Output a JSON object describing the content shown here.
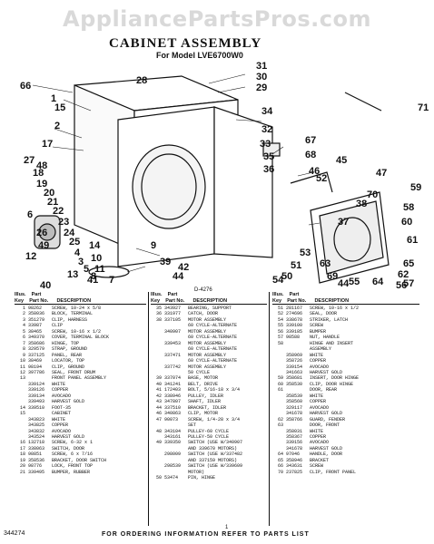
{
  "watermark": "AppliancePartsPros.com",
  "title": "CABINET ASSEMBLY",
  "subtitle": "For Model LVE6700W0",
  "diagram_code": "D-4276",
  "callouts": [
    "28",
    "31",
    "30",
    "29",
    "66",
    "34",
    "1",
    "15",
    "2",
    "17",
    "27",
    "48",
    "32",
    "33",
    "35",
    "36",
    "18",
    "19",
    "20",
    "21",
    "22",
    "23",
    "24",
    "25",
    "4",
    "3",
    "5",
    "8",
    "7",
    "6",
    "26",
    "49",
    "12",
    "14",
    "10",
    "11",
    "13",
    "41",
    "40",
    "42",
    "9",
    "39",
    "44",
    "71",
    "37",
    "38",
    "70",
    "67",
    "68",
    "46",
    "45",
    "47",
    "59",
    "58",
    "60",
    "61",
    "65",
    "62",
    "57",
    "56",
    "64",
    "63",
    "69",
    "44",
    "55",
    "52",
    "53",
    "51",
    "50",
    "54"
  ],
  "table": {
    "headers": {
      "illus": "Illus.",
      "key": "Key",
      "part": "Part No.",
      "description": "DESCRIPTION"
    },
    "col1": [
      [
        "1",
        "98262",
        "SCREW, 10-24 x 5/8"
      ],
      [
        "2",
        "358036",
        "BLOCK, TERMINAL"
      ],
      [
        "3",
        "351279",
        "CLIP, HARNESS"
      ],
      [
        "4",
        "33987",
        "CLIP"
      ],
      [
        "5",
        "38465",
        "SCREW, 10-16 x 1/2"
      ],
      [
        "6",
        "349370",
        "COVER, TERMINAL BLOCK"
      ],
      [
        "7",
        "358686",
        "HINGE, TOP"
      ],
      [
        "8",
        "329579",
        "STRAP, GROUND"
      ],
      [
        "9",
        "337125",
        "PANEL, REAR"
      ],
      [
        "10",
        "38469",
        "LOCATOR, TOP"
      ],
      [
        "11",
        "98194",
        "CLIP, GROUND"
      ],
      [
        "12",
        "397786",
        "SEAL, FRONT DRUM"
      ],
      [
        "13",
        "",
        "FRONT PANEL ASSEMBLY"
      ],
      [
        "",
        "339124",
        "WHITE"
      ],
      [
        "",
        "339126",
        "COPPER"
      ],
      [
        "",
        "339134",
        "AVOCADO"
      ],
      [
        "",
        "339493",
        "HARVEST GOLD"
      ],
      [
        "14",
        "339510",
        "FOOT-35"
      ],
      [
        "15",
        "",
        "CABINET"
      ],
      [
        "",
        "343823",
        "WHITE"
      ],
      [
        "",
        "343825",
        "COPPER"
      ],
      [
        "",
        "343832",
        "AVOCADO"
      ],
      [
        "",
        "343524",
        "HARVEST GOLD"
      ],
      [
        "16",
        "132718",
        "SCREW, 6-32 x 1"
      ],
      [
        "17",
        "338063",
        "SWITCH, DOOR"
      ],
      [
        "18",
        "98851",
        "SCREW, 6 x 7/16"
      ],
      [
        "19",
        "358536",
        "BRACKET, DOOR SWITCH"
      ],
      [
        "20",
        "98776",
        "LOCK, FRONT TOP"
      ],
      [
        "21",
        "339495",
        "BUMPER, RUBBER"
      ]
    ],
    "col2": [
      [
        "35",
        "343927",
        "BEARING, SUPPORT"
      ],
      [
        "36",
        "331977",
        "CATCH, DOOR"
      ],
      [
        "38",
        "337105",
        "MOTOR ASSEMBLY"
      ],
      [
        "",
        "",
        "60 CYCLE-ALTERNATE"
      ],
      [
        "",
        "340907",
        "MOTOR ASSEMBLY"
      ],
      [
        "",
        "",
        "60 CYCLE-ALTERNATE"
      ],
      [
        "",
        "339453",
        "MOTOR ASSEMBLY"
      ],
      [
        "",
        "",
        "60 CYCLE-ALTERNATE"
      ],
      [
        "",
        "337471",
        "MOTOR ASSEMBLY"
      ],
      [
        "",
        "",
        "60 CYCLE-ALTERNATE"
      ],
      [
        "",
        "337742",
        "MOTOR ASSEMBLY"
      ],
      [
        "",
        "",
        "50 CYCLE"
      ],
      [
        "39",
        "337074",
        "BASE, MOTOR"
      ],
      [
        "40",
        "341241",
        "BELT, DRIVE"
      ],
      [
        "41",
        "172403",
        "BOLT, 5/16-18 x 3/4"
      ],
      [
        "42",
        "338946",
        "PULLEY, IDLER"
      ],
      [
        "43",
        "347807",
        "SHAFT, IDLER"
      ],
      [
        "44",
        "337510",
        "BRACKET, IDLER"
      ],
      [
        "46",
        "340863",
        "CLIP, MOTOR"
      ],
      [
        "47",
        "90073",
        "SCREW, 1/4-28 x 3/4"
      ],
      [
        "",
        "",
        "SET"
      ],
      [
        "48",
        "343104",
        "PULLEY-60 CYCLE"
      ],
      [
        "",
        "343161",
        "PULLEY-50 CYCLE"
      ],
      [
        "49",
        "339350",
        "SWITCH (USE W/340907"
      ],
      [
        "",
        "",
        "AND 339670 MOTORS)"
      ],
      [
        "",
        "298009",
        "SWITCH (USE W/337482"
      ],
      [
        "",
        "",
        "AND 337159 MOTORS)"
      ],
      [
        "",
        "298539",
        "SWITCH (USE W/339609"
      ],
      [
        "",
        "",
        "MOTOR)"
      ],
      [
        "50",
        "53474",
        "PIN, HINGE"
      ]
    ],
    "col3": [
      [
        "51",
        "281167",
        "SCREW, 10-16 x 1/2"
      ],
      [
        "52",
        "274696",
        "SEAL, DOOR"
      ],
      [
        "54",
        "338678",
        "STRIKER, LATCH"
      ],
      [
        "55",
        "339100",
        "SCREW"
      ],
      [
        "56",
        "339185",
        "BUMPER"
      ],
      [
        "57",
        "98588",
        "NUT, HANDLE"
      ],
      [
        "58",
        "",
        "HINGE AND INSERT"
      ],
      [
        "",
        "",
        "ASSEMBLY"
      ],
      [
        "",
        "358969",
        "WHITE"
      ],
      [
        "",
        "358726",
        "COPPER"
      ],
      [
        "",
        "339154",
        "AVOCADO"
      ],
      [
        "",
        "341663",
        "HARVEST GOLD"
      ],
      [
        "59",
        "358681",
        "INSERT, DOOR HINGE"
      ],
      [
        "60",
        "358530",
        "CLIP, DOOR HINGE"
      ],
      [
        "61",
        "",
        "DOOR, REAR"
      ],
      [
        "",
        "358539",
        "WHITE"
      ],
      [
        "",
        "358560",
        "COPPER"
      ],
      [
        "",
        "329117",
        "AVOCADO"
      ],
      [
        "",
        "341678",
        "HARVEST GOLD"
      ],
      [
        "62",
        "358766",
        "GUARD, FENDER"
      ],
      [
        "63",
        "",
        "DOOR, FRONT"
      ],
      [
        "",
        "358031",
        "WHITE"
      ],
      [
        "",
        "358367",
        "COPPER"
      ],
      [
        "",
        "339156",
        "AVOCADO"
      ],
      [
        "",
        "341678",
        "HARVEST GOLD"
      ],
      [
        "64",
        "97046",
        "HANDLE, DOOR"
      ],
      [
        "65",
        "358946",
        "BRACKET"
      ],
      [
        "66",
        "343631",
        "SCREW"
      ],
      [
        "70",
        "237825",
        "CLIP, FRONT PANEL"
      ]
    ]
  },
  "footer": {
    "doc_id": "344274",
    "note": "FOR ORDERING INFORMATION REFER TO PARTS LIST",
    "page": "1"
  }
}
